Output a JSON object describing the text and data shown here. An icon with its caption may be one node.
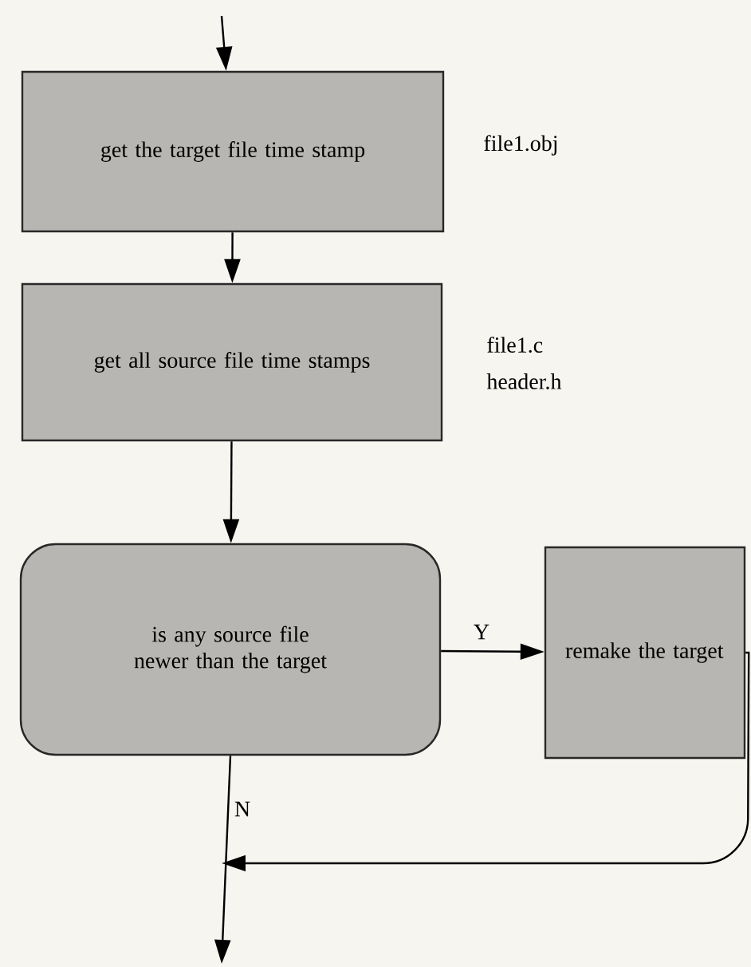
{
  "diagram": {
    "nodes": [
      {
        "text": [
          "get the target file time stamp"
        ],
        "beside": [
          "file1.obj"
        ]
      },
      {
        "text": [
          "get all source file time stamps"
        ],
        "beside": [
          "file1.c",
          "header.h"
        ]
      },
      {
        "text": [
          "is any source file newer than the target"
        ]
      },
      {
        "text": [
          "remake the target"
        ]
      }
    ],
    "edges": [
      {
        "from": null,
        "to": 0,
        "arrow": "to"
      },
      {
        "from": 0,
        "to": 1,
        "arrow": "to"
      },
      {
        "from": 1,
        "to": 2,
        "arrow": "to"
      },
      {
        "from": 2,
        "to": 3,
        "arrow": "to",
        "label": "Y"
      },
      {
        "from": 2,
        "to": null,
        "arrow": "to",
        "label": "N"
      },
      {
        "from": 3,
        "to": null,
        "arrow": "to"
      }
    ]
  }
}
